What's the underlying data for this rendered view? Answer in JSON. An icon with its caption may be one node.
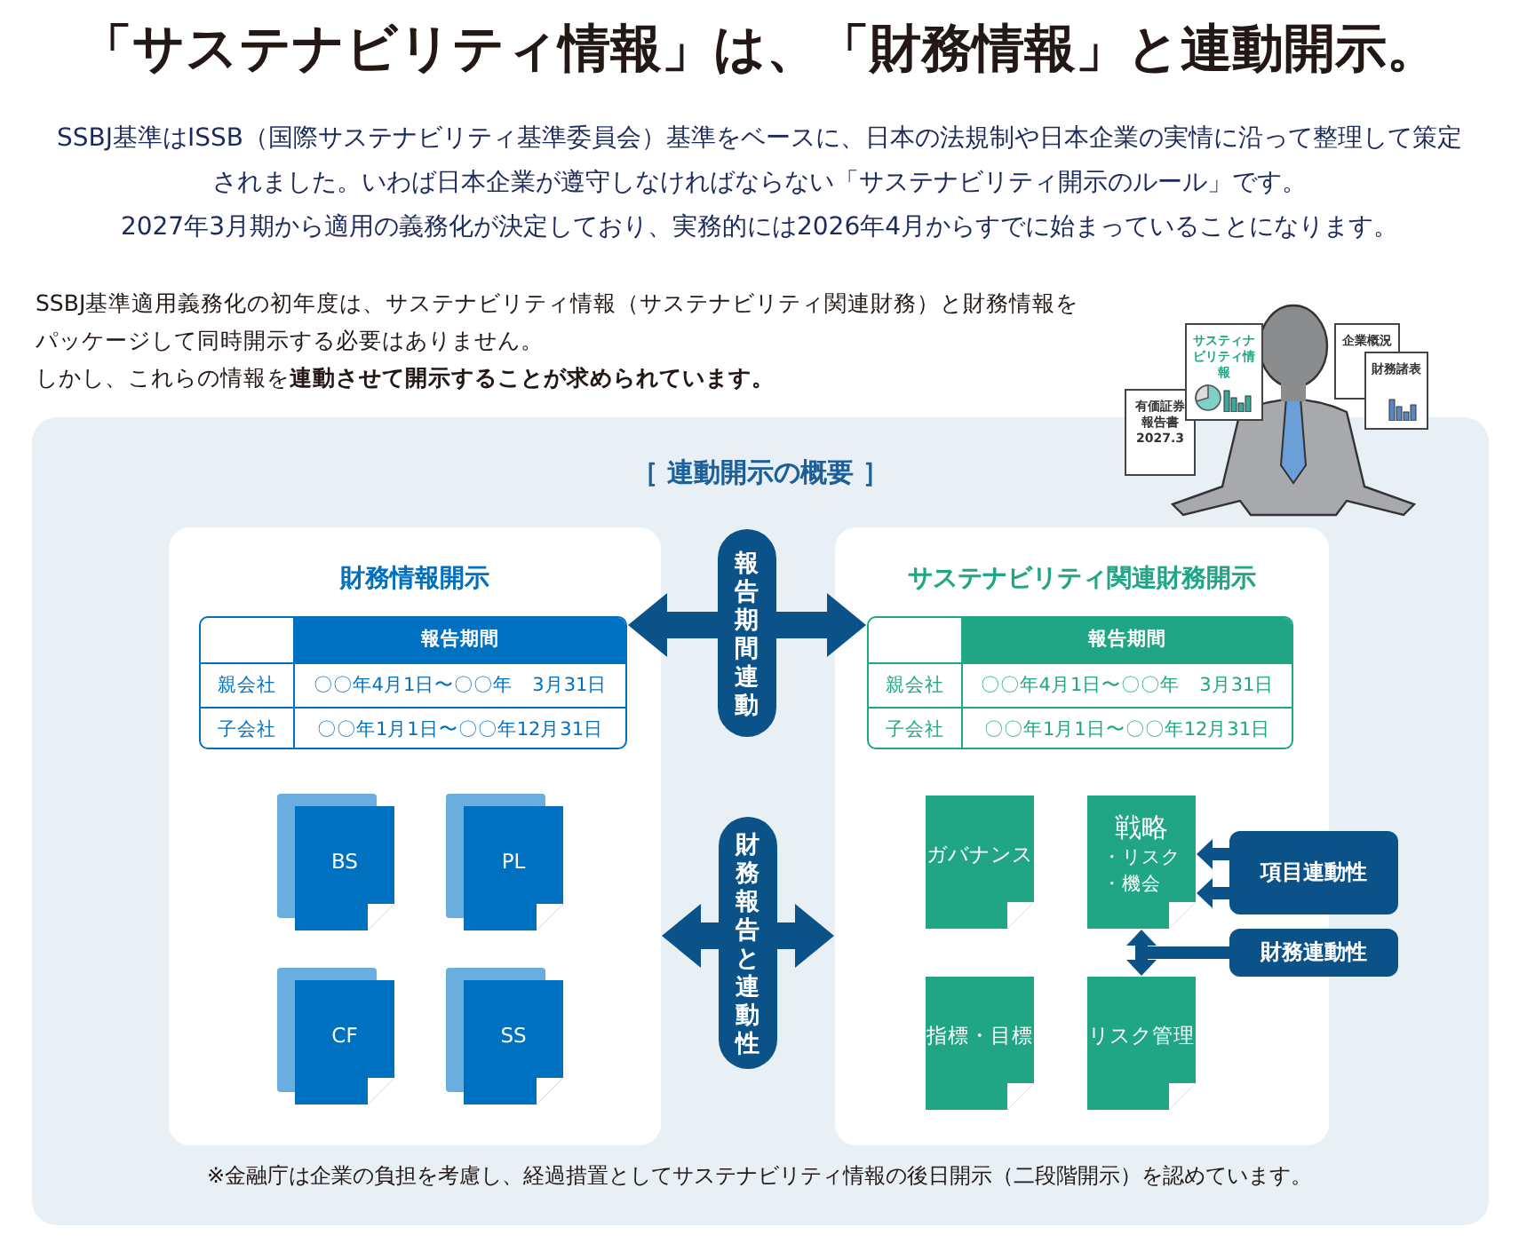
{
  "diagram": {
    "title": "「サステナビリティ情報」は、「財務情報」と連動開示。",
    "caption": "※金融庁は企業の負担を考慮し、経過措置としてサステナビリティ情報の後日開示（二段階開示）を認めています。",
    "nodes": [
      {
        "text": [
          "有価証券報告書2027.3"
        ]
      },
      {
        "text": [
          "サスティナビリティ情報"
        ]
      },
      {
        "text": [
          "企業概況"
        ]
      },
      {
        "text": [
          "財務諸表"
        ]
      },
      {
        "text": [
          "［ 連動開示の概要 ］"
        ]
      },
      {
        "text": [
          "財務情報開示"
        ],
        "in": 4
      },
      {
        "text": [
          "報告期間",
          "親会社",
          "〇〇年4月1日〜〇〇年　3月31日",
          "子会社",
          "〇〇年1月1日〜〇〇年12月31日"
        ],
        "in": 5
      },
      {
        "text": [
          "BS"
        ],
        "in": 5
      },
      {
        "text": [
          "PL"
        ],
        "in": 5
      },
      {
        "text": [
          "CF"
        ],
        "in": 5
      },
      {
        "text": [
          "SS"
        ],
        "in": 5
      },
      {
        "text": [
          "サステナビリティ関連財務開示"
        ],
        "in": 4
      },
      {
        "text": [
          "報告期間",
          "親会社",
          "〇〇年4月1日〜〇〇年　3月31日",
          "子会社",
          "〇〇年1月1日〜〇〇年12月31日"
        ],
        "in": 11
      },
      {
        "text": [
          "ガバナンス"
        ],
        "in": 11
      },
      {
        "text": [
          "戦略",
          "・リスク・機会"
        ],
        "in": 11
      },
      {
        "text": [
          "指標・目標"
        ],
        "in": 11
      },
      {
        "text": [
          "リスク管理"
        ],
        "in": 11
      },
      {
        "text": [
          "項目連動性"
        ],
        "in": 4
      },
      {
        "text": [
          "財務連動性"
        ],
        "in": 4
      }
    ],
    "edges": [
      {
        "from": 6,
        "to": 12,
        "arrow": "both",
        "label": "報告期間連動",
        "style": "thick"
      },
      {
        "from": 5,
        "to": 11,
        "arrow": "both",
        "label": "財務報告と連動性",
        "style": "thick"
      },
      {
        "from": 17,
        "to": 14,
        "arrow": "to"
      },
      {
        "from": 17,
        "to": 14,
        "arrow": "to"
      },
      {
        "from": 18,
        "to": 14,
        "arrow": "to"
      },
      {
        "from": 18,
        "to": 16,
        "arrow": "to"
      }
    ],
    "labels": [
      "SSBJ基準はISSB（国際サステナビリティ基準委員会）基準をベースに、日本の法規制や日本企業の実情に沿って整理して策定されました。いわば日本企業が遵守しなければならない「サステナビリティ開示のルール」です。",
      "2027年3月期から適用の義務化が決定しており、実務的には2026年4月からすでに始まっていることになります。",
      "SSBJ基準適用義務化の初年度は、サステナビリティ情報（サステナビリティ関連財務）と財務情報をパッケージして同時開示する必要はありません。",
      "しかし、これらの情報を**連動させて開示することが求められています。**"
    ]
  }
}
